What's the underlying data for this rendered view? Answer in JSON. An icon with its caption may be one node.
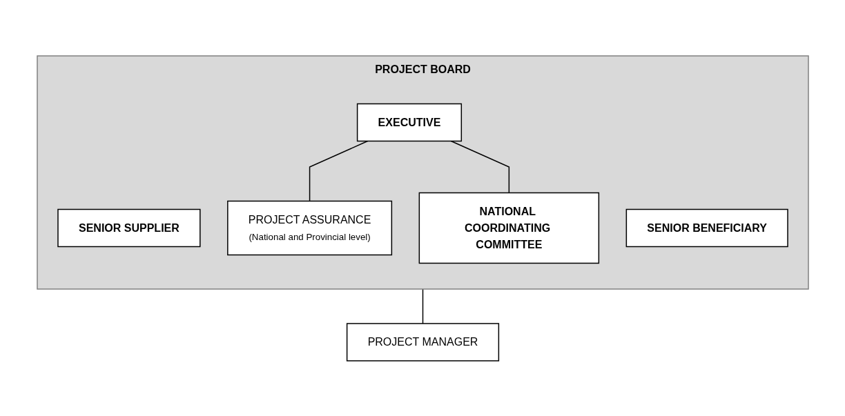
{
  "diagram": {
    "nodes": [
      {
        "text": [
          "PROJECT BOARD"
        ]
      },
      {
        "text": [
          "SENIOR SUPPLIER"
        ],
        "in": 0
      },
      {
        "text": [
          "EXECUTIVE"
        ],
        "in": 0
      },
      {
        "text": [
          "SENIOR BENEFICIARY"
        ],
        "in": 0
      },
      {
        "text": [
          "PROJECT ASSURANCE",
          "(National and Provincial level)"
        ],
        "in": 0
      },
      {
        "text": [
          "NATIONAL COORDINATING COMMITTEE"
        ],
        "in": 0
      },
      {
        "text": [
          "PROJECT MANAGER"
        ]
      }
    ],
    "edges": [
      {
        "from": 2,
        "to": 4,
        "arrow": "none"
      },
      {
        "from": 2,
        "to": 5,
        "arrow": "none"
      },
      {
        "from": 0,
        "to": 6,
        "arrow": "none"
      }
    ]
  }
}
